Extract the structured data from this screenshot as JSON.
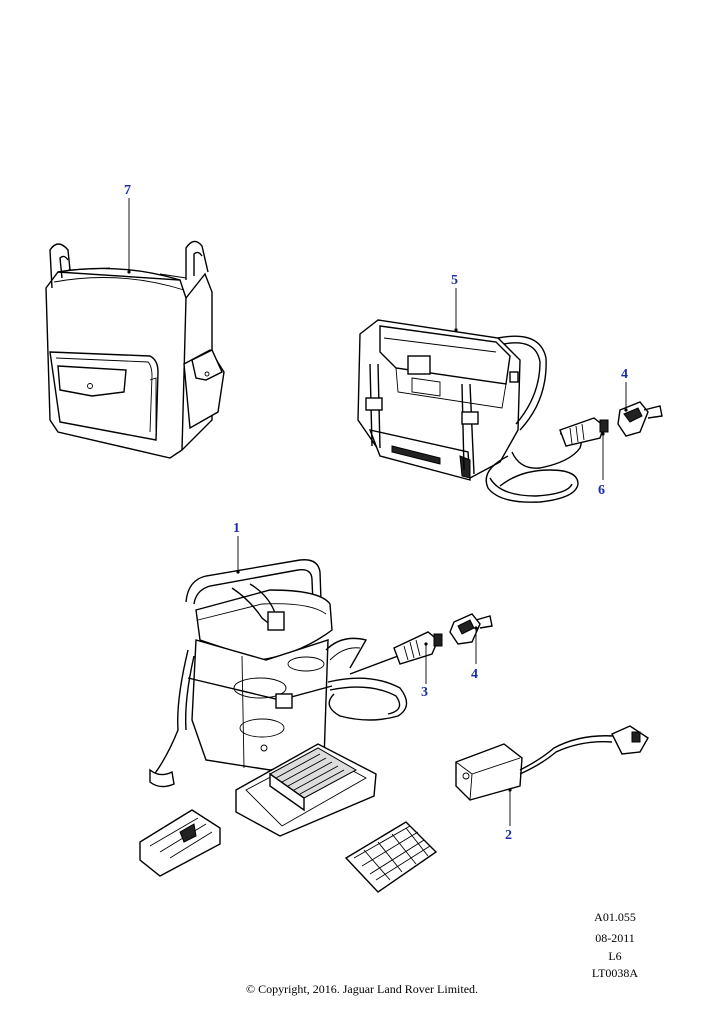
{
  "callouts": [
    "1",
    "2",
    "3",
    "4",
    "4",
    "5",
    "6",
    "7"
  ],
  "meta": {
    "ref": "A01.055",
    "date": "08-2011",
    "code": "L6",
    "illustration": "LT0038A"
  },
  "copyright": "© Copyright, 2016. Jaguar Land Rover Limited."
}
